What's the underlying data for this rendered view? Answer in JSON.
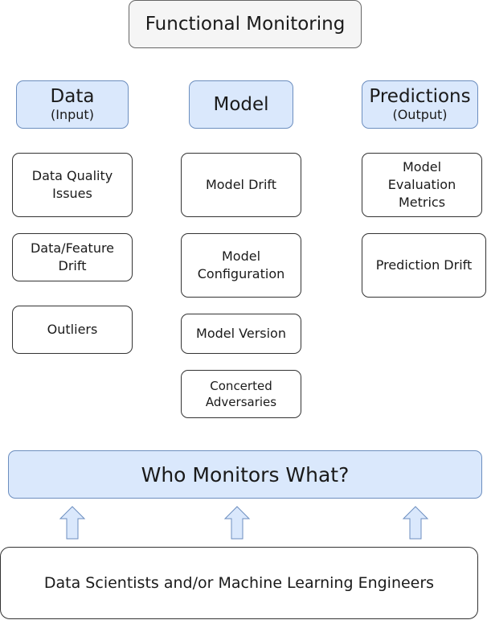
{
  "title": "Functional Monitoring",
  "columns": {
    "data": {
      "header": "Data",
      "sub": "(Input)",
      "items": [
        "Data Quality\nIssues",
        "Data/Feature\nDrift",
        "Outliers"
      ]
    },
    "model": {
      "header": "Model",
      "items": [
        "Model Drift",
        "Model\nConfiguration",
        "Model Version",
        "Concerted\nAdversaries"
      ]
    },
    "predictions": {
      "header": "Predictions",
      "sub": "(Output)",
      "items": [
        "Model\nEvaluation\nMetrics",
        "Prediction Drift"
      ]
    }
  },
  "who_monitors": "Who Monitors What?",
  "roles": "Data Scientists and/or Machine Learning Engineers",
  "colors": {
    "header_fill": "#dae8fc",
    "header_stroke": "#6c8ebf",
    "title_fill": "#f5f5f5",
    "title_stroke": "#666666",
    "box_stroke": "#333333"
  }
}
